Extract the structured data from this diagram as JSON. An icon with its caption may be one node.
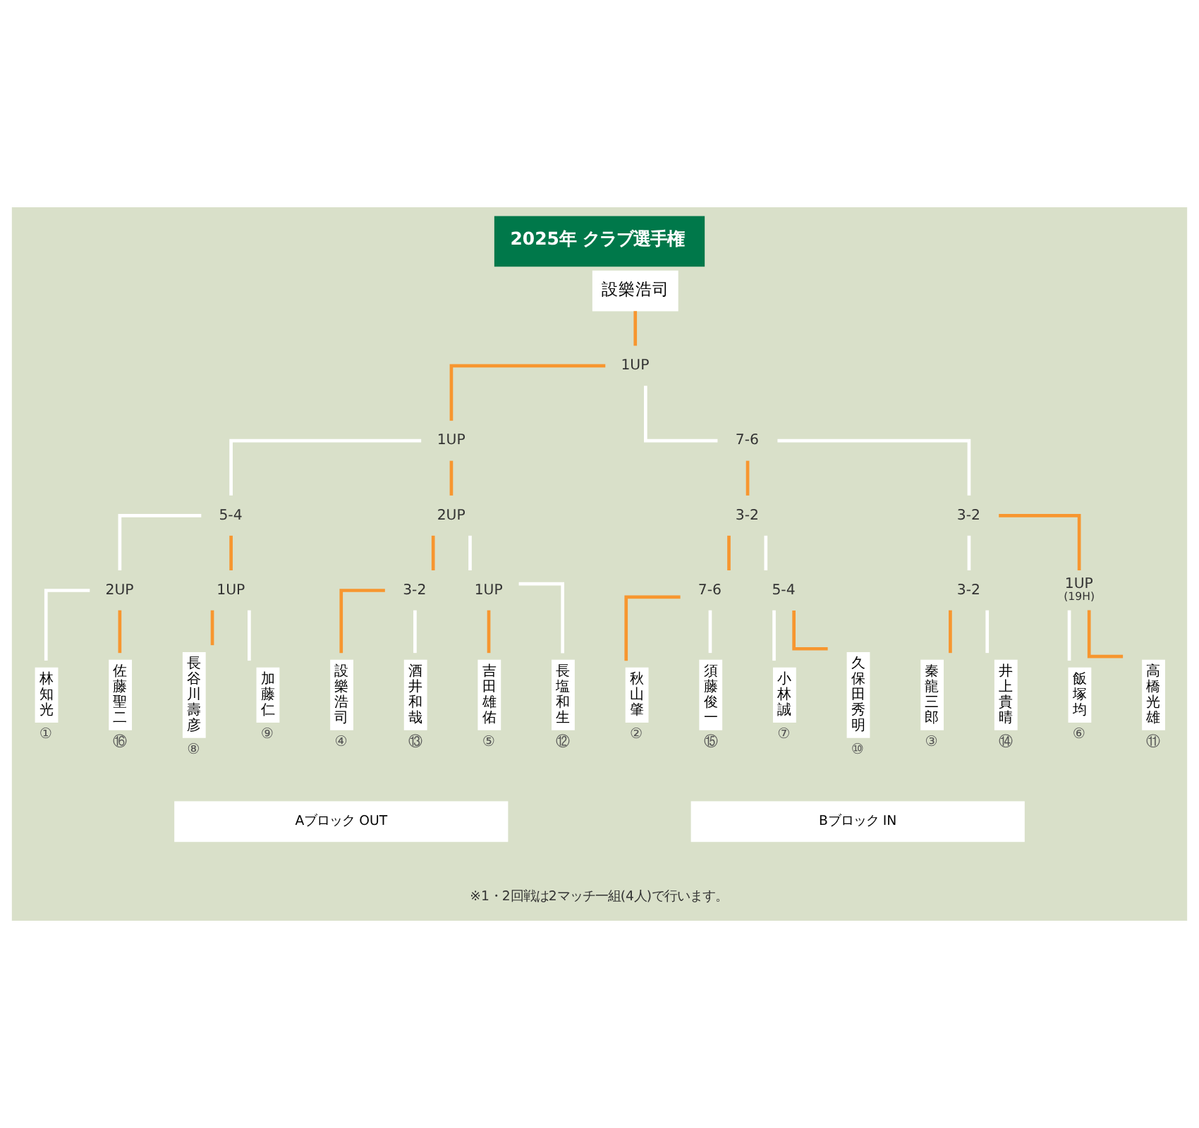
{
  "diagram": {
    "title": "2025年 クラブ選手権",
    "caption": "※1・2回戦は2マッチ一組(4人)で行います。",
    "nodes": [
      {
        "text": [
          "設樂浩司"
        ]
      },
      {
        "text": [
          "1UP"
        ]
      },
      {
        "text": [
          "1UP"
        ]
      },
      {
        "text": [
          "7-6"
        ]
      },
      {
        "text": [
          "5-4"
        ]
      },
      {
        "text": [
          "2UP"
        ]
      },
      {
        "text": [
          "3-2"
        ]
      },
      {
        "text": [
          "3-2"
        ]
      },
      {
        "text": [
          "2UP"
        ]
      },
      {
        "text": [
          "1UP"
        ]
      },
      {
        "text": [
          "3-2"
        ]
      },
      {
        "text": [
          "1UP"
        ]
      },
      {
        "text": [
          "7-6"
        ]
      },
      {
        "text": [
          "5-4"
        ]
      },
      {
        "text": [
          "3-2"
        ]
      },
      {
        "text": [
          "1UP",
          "(19H)"
        ]
      },
      {
        "text": [
          "林知光"
        ],
        "beside": [
          "①"
        ]
      },
      {
        "text": [
          "佐藤聖二"
        ],
        "beside": [
          "⑯"
        ]
      },
      {
        "text": [
          "長谷川壽彦"
        ],
        "beside": [
          "⑧"
        ]
      },
      {
        "text": [
          "加藤仁"
        ],
        "beside": [
          "⑨"
        ]
      },
      {
        "text": [
          "設樂浩司"
        ],
        "beside": [
          "④"
        ]
      },
      {
        "text": [
          "酒井和哉"
        ],
        "beside": [
          "⑬"
        ]
      },
      {
        "text": [
          "吉田雄佑"
        ],
        "beside": [
          "⑤"
        ]
      },
      {
        "text": [
          "長塩和生"
        ],
        "beside": [
          "⑫"
        ]
      },
      {
        "text": [
          "秋山肇"
        ],
        "beside": [
          "②"
        ]
      },
      {
        "text": [
          "須藤俊一"
        ],
        "beside": [
          "⑮"
        ]
      },
      {
        "text": [
          "小林誠"
        ],
        "beside": [
          "⑦"
        ]
      },
      {
        "text": [
          "久保田秀明"
        ],
        "beside": [
          "⑩"
        ]
      },
      {
        "text": [
          "秦龍三郎"
        ],
        "beside": [
          "③"
        ]
      },
      {
        "text": [
          "井上貴晴"
        ],
        "beside": [
          "⑭"
        ]
      },
      {
        "text": [
          "飯塚均"
        ],
        "beside": [
          "⑥"
        ]
      },
      {
        "text": [
          "高橋光雄"
        ],
        "beside": [
          "⑪"
        ]
      },
      {
        "text": [
          "Aブロック OUT"
        ]
      },
      {
        "text": [
          "Bブロック IN"
        ]
      }
    ],
    "edges": [
      {
        "from": 16,
        "to": 8,
        "arrow": "none",
        "color": "#ffffff"
      },
      {
        "from": 17,
        "to": 8,
        "arrow": "none"
      },
      {
        "from": 18,
        "to": 9,
        "arrow": "none"
      },
      {
        "from": 19,
        "to": 9,
        "arrow": "none",
        "color": "#ffffff"
      },
      {
        "from": 20,
        "to": 10,
        "arrow": "none"
      },
      {
        "from": 21,
        "to": 10,
        "arrow": "none",
        "color": "#ffffff"
      },
      {
        "from": 22,
        "to": 11,
        "arrow": "none"
      },
      {
        "from": 23,
        "to": 11,
        "arrow": "none",
        "color": "#ffffff"
      },
      {
        "from": 24,
        "to": 12,
        "arrow": "none"
      },
      {
        "from": 25,
        "to": 12,
        "arrow": "none",
        "color": "#ffffff"
      },
      {
        "from": 26,
        "to": 13,
        "arrow": "none",
        "color": "#ffffff"
      },
      {
        "from": 27,
        "to": 13,
        "arrow": "none"
      },
      {
        "from": 28,
        "to": 14,
        "arrow": "none"
      },
      {
        "from": 29,
        "to": 14,
        "arrow": "none",
        "color": "#ffffff"
      },
      {
        "from": 30,
        "to": 15,
        "arrow": "none",
        "color": "#ffffff"
      },
      {
        "from": 31,
        "to": 15,
        "arrow": "none"
      },
      {
        "from": 8,
        "to": 4,
        "arrow": "none",
        "color": "#ffffff"
      },
      {
        "from": 9,
        "to": 4,
        "arrow": "none"
      },
      {
        "from": 10,
        "to": 5,
        "arrow": "none"
      },
      {
        "from": 11,
        "to": 5,
        "arrow": "none",
        "color": "#ffffff"
      },
      {
        "from": 12,
        "to": 6,
        "arrow": "none"
      },
      {
        "from": 13,
        "to": 6,
        "arrow": "none",
        "color": "#ffffff"
      },
      {
        "from": 14,
        "to": 7,
        "arrow": "none",
        "color": "#ffffff"
      },
      {
        "from": 15,
        "to": 7,
        "arrow": "none"
      },
      {
        "from": 4,
        "to": 2,
        "arrow": "none",
        "color": "#ffffff"
      },
      {
        "from": 5,
        "to": 2,
        "arrow": "none"
      },
      {
        "from": 6,
        "to": 3,
        "arrow": "none"
      },
      {
        "from": 7,
        "to": 3,
        "arrow": "none",
        "color": "#ffffff"
      },
      {
        "from": 2,
        "to": 1,
        "arrow": "none"
      },
      {
        "from": 3,
        "to": 1,
        "arrow": "none",
        "color": "#ffffff"
      },
      {
        "from": 1,
        "to": 0,
        "arrow": "none"
      }
    ]
  }
}
